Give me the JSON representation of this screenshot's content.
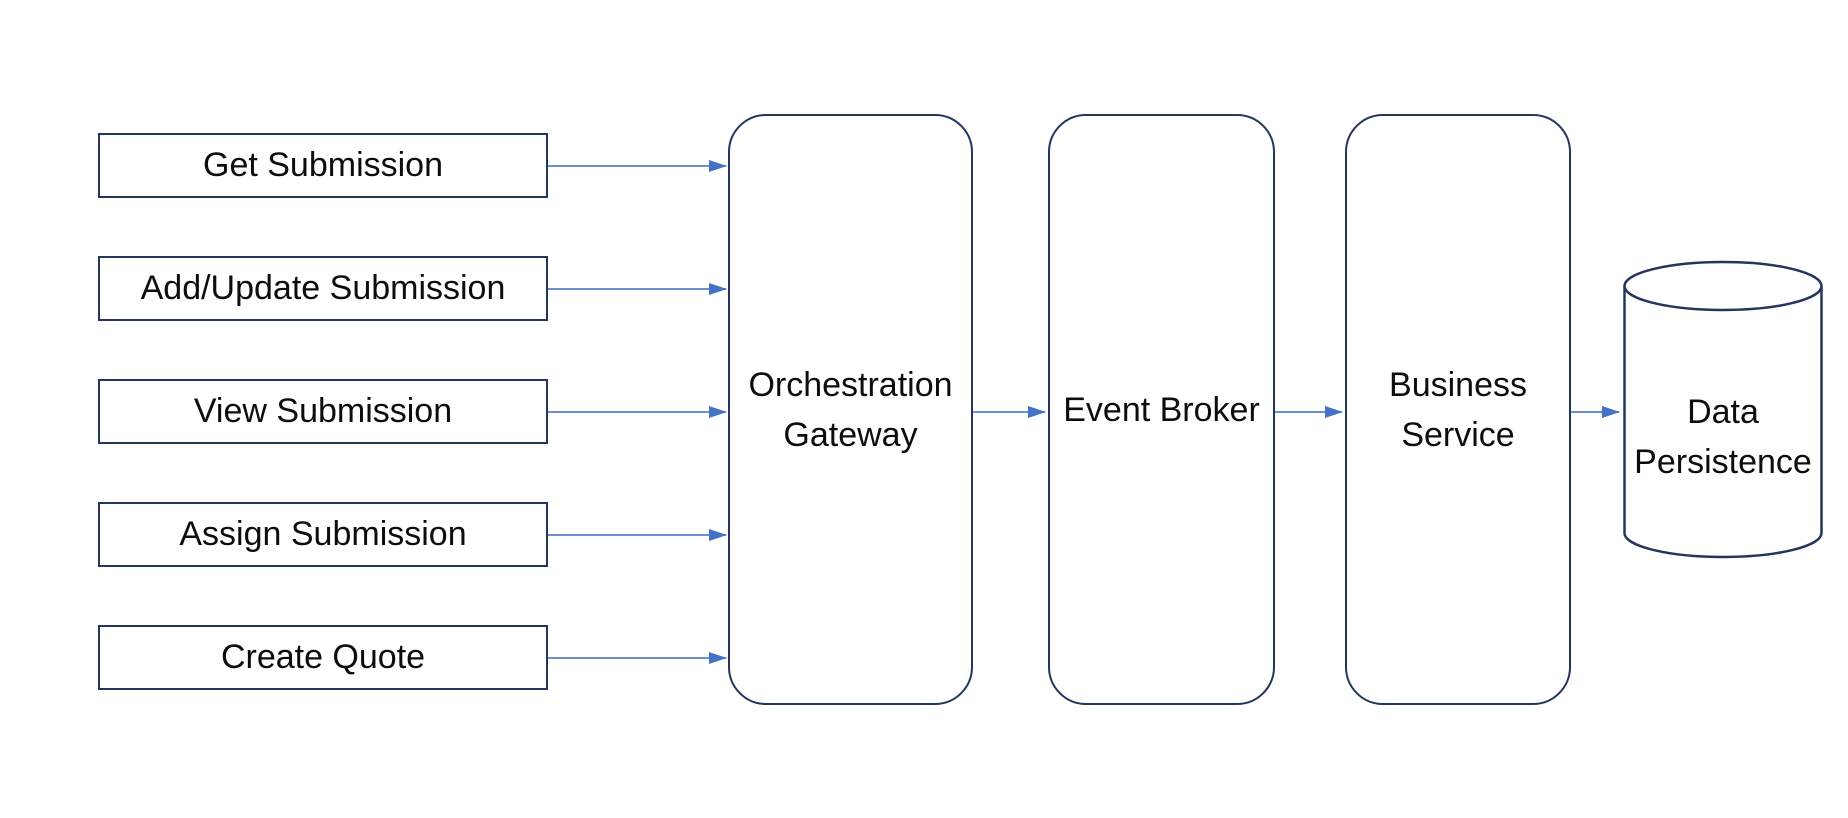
{
  "diagram": {
    "title": "submission-processing-flow",
    "colors": {
      "border": "#24365E",
      "arrow_line": "#6C8FD4",
      "arrow_head": "#4472C4",
      "text": "#0D0D0D",
      "background": "#FFFFFF",
      "node_fill": "#FFFFFF"
    },
    "sources": [
      {
        "label": "Get Submission"
      },
      {
        "label": "Add/Update Submission"
      },
      {
        "label": "View Submission"
      },
      {
        "label": "Assign Submission"
      },
      {
        "label": "Create Quote"
      }
    ],
    "nodes": [
      {
        "label": "Orchestration Gateway"
      },
      {
        "label": "Event Broker"
      },
      {
        "label": "Business Service"
      }
    ],
    "datastore": {
      "label": "Data Persistence"
    },
    "connections": [
      {
        "from": "Get Submission",
        "to": "Orchestration Gateway"
      },
      {
        "from": "Add/Update Submission",
        "to": "Orchestration Gateway"
      },
      {
        "from": "View Submission",
        "to": "Orchestration Gateway"
      },
      {
        "from": "Assign Submission",
        "to": "Orchestration Gateway"
      },
      {
        "from": "Create Quote",
        "to": "Orchestration Gateway"
      },
      {
        "from": "Orchestration Gateway",
        "to": "Event Broker"
      },
      {
        "from": "Event Broker",
        "to": "Business Service"
      },
      {
        "from": "Business Service",
        "to": "Data Persistence"
      }
    ]
  }
}
